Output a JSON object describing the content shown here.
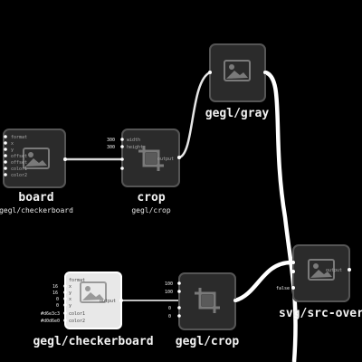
{
  "nodes": {
    "board": {
      "title": "board",
      "op": "gegl/checkerboard",
      "ports": [
        "format",
        "x",
        "y",
        "offset",
        "offset",
        "color1",
        "color2"
      ]
    },
    "crop_top": {
      "title": "crop",
      "op": "gegl/crop",
      "ports": [
        "width",
        "height",
        "",
        "",
        ""
      ],
      "out": "output",
      "vals": [
        "300",
        "300",
        "",
        ""
      ]
    },
    "gray": {
      "title": "gegl/gray",
      "op": ""
    },
    "checker": {
      "title": "gegl/checkerboard",
      "op": "",
      "ports": [
        "format",
        "x",
        "y",
        "x",
        "y",
        "color1",
        "color2"
      ],
      "out": "output",
      "vals": [
        "16",
        "16",
        "0",
        "0",
        "#d6e3c3",
        "#d0d6e0"
      ]
    },
    "crop_bottom": {
      "title": "gegl/crop",
      "op": "",
      "ports": [
        "",
        "",
        "",
        ""
      ],
      "vals": [
        "100",
        "100",
        "0",
        "0"
      ]
    },
    "src_over": {
      "title": "svg/src-over",
      "op": "",
      "ports": [
        "",
        "",
        "false"
      ],
      "out": "output"
    }
  }
}
